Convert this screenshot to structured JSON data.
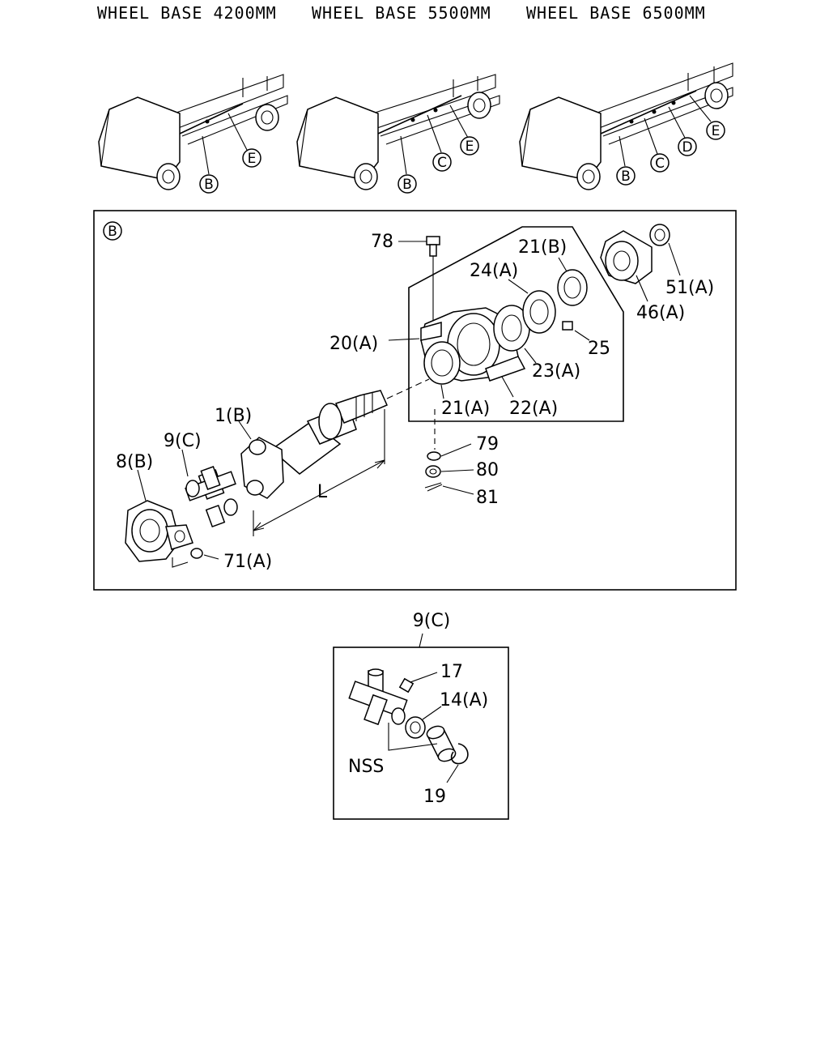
{
  "headers": {
    "wb1": "WHEEL BASE 4200MM",
    "wb2": "WHEEL BASE 5500MM",
    "wb3": "WHEEL BASE 6500MM"
  },
  "trucks": {
    "t1": [
      "B",
      "E"
    ],
    "t2": [
      "B",
      "C",
      "E"
    ],
    "t3": [
      "B",
      "C",
      "D",
      "E"
    ]
  },
  "detail_b": {
    "tag": "B",
    "labels": {
      "p78": "78",
      "p21b": "21(B)",
      "p24a": "24(A)",
      "p51a": "51(A)",
      "p46a": "46(A)",
      "p20a": "20(A)",
      "p25": "25",
      "p23a": "23(A)",
      "p21a": "21(A)",
      "p22a": "22(A)",
      "p1b": "1(B)",
      "p9c": "9(C)",
      "p8b": "8(B)",
      "p79": "79",
      "p80": "80",
      "p81": "81",
      "p71a": "71(A)",
      "dimL": "L"
    }
  },
  "detail_9c": {
    "title": "9(C)",
    "labels": {
      "p17": "17",
      "p14a": "14(A)",
      "nss": "NSS",
      "p19": "19"
    }
  }
}
